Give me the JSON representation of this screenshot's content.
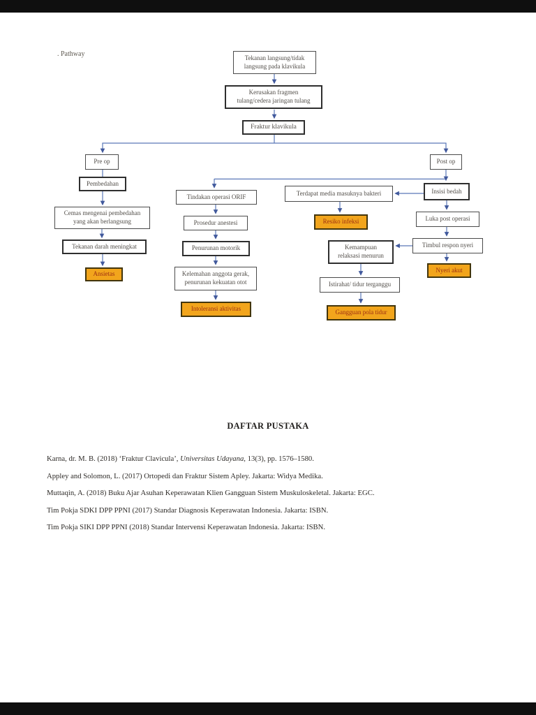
{
  "page": {
    "pathway_label": ". Pathway",
    "colors": {
      "highlight_fill": "#F2A51C",
      "highlight_text": "#9C2D13",
      "arrow_blue": "#5A78B8",
      "box_border": "#4A4A4A",
      "letterbox_bar": "#0F0F0F"
    }
  },
  "flowchart": {
    "nodes": {
      "tekanan": {
        "lines": [
          "Tekanan langsung/tidak",
          "langsung pada klavikula"
        ]
      },
      "kerusakan": {
        "lines": [
          "Kerusakan fragmen",
          "tulang/cedera jaringan tulang"
        ]
      },
      "fraktur": {
        "lines": [
          "Fraktur klavikula"
        ]
      },
      "pre_op": {
        "lines": [
          "Pre op"
        ]
      },
      "pembedahan": {
        "lines": [
          "Pembedahan"
        ]
      },
      "cemas": {
        "lines": [
          "Cemas mengenai pembedahan",
          "yang akan berlangsung"
        ]
      },
      "tekanan_darah": {
        "lines": [
          "Tekanan darah meningkat"
        ]
      },
      "ansietas": {
        "lines": [
          "Ansietas"
        ]
      },
      "tindakan": {
        "lines": [
          "Tindakan operasi ORIF"
        ]
      },
      "prosedur": {
        "lines": [
          "Prosedur anestesi"
        ]
      },
      "penurunan": {
        "lines": [
          "Penurunan motorik"
        ]
      },
      "kelemahan": {
        "lines": [
          "Kelemahan anggota gerak,",
          "penurunan kekuatan otot"
        ]
      },
      "intoleransi": {
        "lines": [
          "Intoleransi aktivitas"
        ]
      },
      "terdapat": {
        "lines": [
          "Terdapat media masuknya bakteri"
        ]
      },
      "resiko": {
        "lines": [
          "Resiko infeksi"
        ]
      },
      "kemampuan": {
        "lines": [
          "Kemampuan",
          "relaksasi menurun"
        ]
      },
      "istirahat": {
        "lines": [
          "Istirahat/ tidur terganggu"
        ]
      },
      "gangguan": {
        "lines": [
          "Gangguan pola tidur"
        ]
      },
      "post_op": {
        "lines": [
          "Post op"
        ]
      },
      "insisi": {
        "lines": [
          "Insisi bedah"
        ]
      },
      "luka": {
        "lines": [
          "Luka post operasi"
        ]
      },
      "timbul": {
        "lines": [
          "Timbul respon nyeri"
        ]
      },
      "nyeri_akut": {
        "lines": [
          "Nyeri akut"
        ]
      }
    }
  },
  "references": {
    "title": "DAFTAR PUSTAKA",
    "entries": [
      {
        "pre": "Karna, dr. M. B. (2018) ‘Fraktur Clavicula’, ",
        "italic": "Universitas Udayana",
        "post": ", 13(3), pp. 1576–1580."
      },
      {
        "pre": "Appley and Solomon, L. (2017) Ortopedi dan Fraktur Sistem Apley. Jakarta: Widya Medika.",
        "italic": "",
        "post": ""
      },
      {
        "pre": "Muttaqin, A. (2018) Buku Ajar Asuhan Keperawatan Klien Gangguan Sistem Muskuloskeletal. Jakarta: EGC.",
        "italic": "",
        "post": ""
      },
      {
        "pre": "Tim Pokja SDKI DPP PPNI (2017) Standar Diagnosis Keperawatan Indonesia. Jakarta: ISBN.",
        "italic": "",
        "post": ""
      },
      {
        "pre": "Tim Pokja SIKI DPP PPNI (2018) Standar Intervensi Keperawatan Indonesia. Jakarta: ISBN.",
        "italic": "",
        "post": ""
      }
    ]
  }
}
